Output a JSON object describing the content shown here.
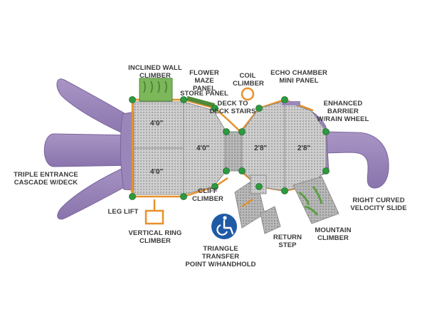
{
  "labels": {
    "inclined_wall_climber": "INCLINED WALL\nCLIMBER",
    "flower_maze_panel": "FLOWER MAZE\nPANEL",
    "coil_climber": "COIL\nCLIMBER",
    "echo_chamber_mini_panel": "ECHO CHAMBER\nMINI PANEL",
    "store_panel": "STORE PANEL",
    "deck_to_deck_stairs": "DECK TO\nDECK STAIRS",
    "enhanced_barrier": "ENHANCED BARRIER\nW/RAIN WHEEL",
    "triple_entrance": "TRIPLE ENTRANCE\nCASCADE W/DECK",
    "leg_lift": "LEG LIFT",
    "vertical_ring_climber": "VERTICAL RING\nCLIMBER",
    "cliff_climber": "CLIFF\nCLIMBER",
    "triangle_transfer": "TRIANGLE TRANSFER\nPOINT W/HANDHOLD",
    "return_step": "RETURN\nSTEP",
    "mountain_climber": "MOUNTAIN\nCLIMBER",
    "right_curved_slide": "RIGHT CURVED\nVELOCITY SLIDE"
  },
  "deck_heights": {
    "deck_a_top": "4'0\"",
    "deck_a_bottom": "4'0\"",
    "deck_b": "4'0\"",
    "deck_c": "2'8\"",
    "deck_d": "2'8\""
  },
  "colors": {
    "slide_purple": "#9b86b8",
    "deck_gray": "#c9c9c9",
    "post_green": "#2e9a3f",
    "climber_green": "#7cb75a",
    "orange": "#e8902b",
    "accessibility_blue": "#1f5aa5"
  },
  "icons": {
    "accessibility": "wheelchair-icon"
  }
}
